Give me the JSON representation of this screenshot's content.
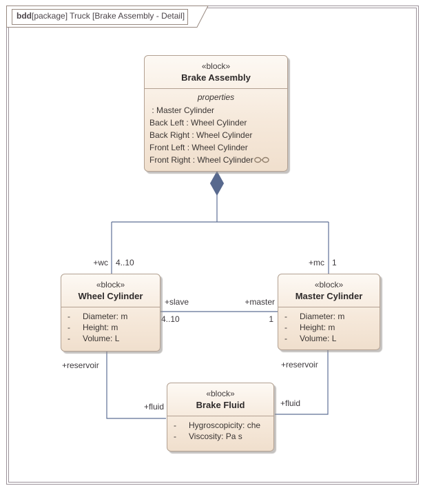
{
  "frame": {
    "title_keyword": "bdd",
    "title_rest": "[package] Truck [Brake Assembly - Detail]"
  },
  "colors": {
    "connector": "#5e6f95",
    "diamond_fill": "#58698e",
    "block_border": "#b2a091",
    "block_fill_top": "#fdf9f4",
    "block_fill_bottom": "#f0dfcd",
    "frame_border": "#9b9199",
    "icon": "#93816e"
  },
  "blocks": {
    "brake_assembly": {
      "stereotype": "«block»",
      "name": "Brake Assembly",
      "compartment_title": "properties",
      "props": [
        " : Master Cylinder",
        "Back Left : Wheel Cylinder",
        "Back Right : Wheel Cylinder",
        "Front Left : Wheel Cylinder",
        "Front Right : Wheel Cylinder"
      ]
    },
    "wheel_cylinder": {
      "stereotype": "«block»",
      "name": "Wheel Cylinder",
      "attrs": [
        {
          "vis": "-",
          "text": "Diameter: m"
        },
        {
          "vis": "-",
          "text": "Height: m"
        },
        {
          "vis": "-",
          "text": "Volume: L"
        }
      ]
    },
    "master_cylinder": {
      "stereotype": "«block»",
      "name": "Master Cylinder",
      "attrs": [
        {
          "vis": "-",
          "text": "Diameter: m"
        },
        {
          "vis": "-",
          "text": "Height: m"
        },
        {
          "vis": "-",
          "text": "Volume: L"
        }
      ]
    },
    "brake_fluid": {
      "stereotype": "«block»",
      "name": "Brake Fluid",
      "attrs": [
        {
          "vis": "-",
          "text": "Hygroscopicity: che"
        },
        {
          "vis": "-",
          "text": "Viscosity: Pa s"
        }
      ]
    }
  },
  "connectors": {
    "composition_wc": {
      "role": "+wc",
      "multiplicity": "4..10"
    },
    "composition_mc": {
      "role": "+mc",
      "multiplicity": "1"
    },
    "association": {
      "slave_role": "+slave",
      "slave_multiplicity": "4..10",
      "master_role": "+master",
      "master_multiplicity": "1"
    },
    "wc_fluid": {
      "reservoir_role": "+reservoir",
      "fluid_role": "+fluid"
    },
    "mc_fluid": {
      "reservoir_role": "+reservoir",
      "fluid_role": "+fluid"
    }
  }
}
